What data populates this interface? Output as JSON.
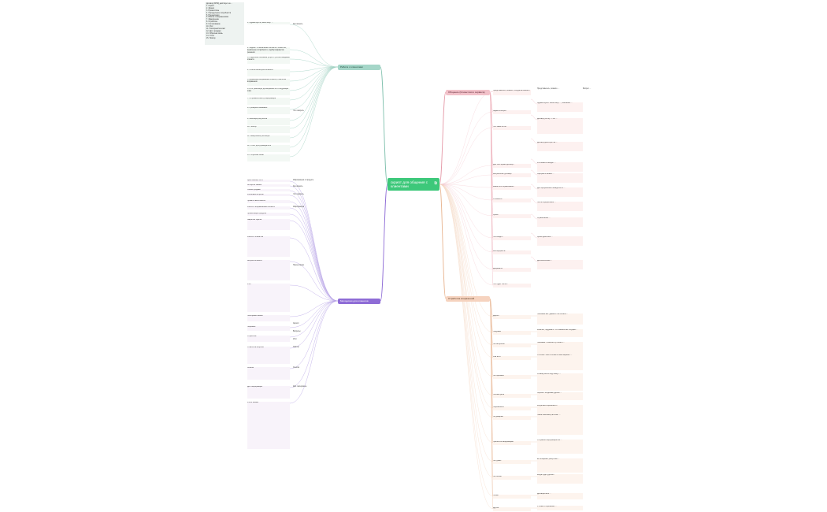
{
  "root": {
    "title": "скрипт для общения с клиентами",
    "ext_icon": "external-link-icon"
  },
  "branches": {
    "work": "Работа с клиентами",
    "objections": "Отработка возражений",
    "dialog": "Общение (Клиентского сервиса)",
    "script": "Методички для клиентов"
  },
  "legend": {
    "title": "Договор (МПЭ) действует на ...",
    "lines": [
      "1. Скрипт",
      "2. Звонок",
      "3. Приветствие",
      "4. Определение потребности",
      "5. Презентация",
      "6. Работа с возражениями",
      "7. Завершение",
      "8. Отработка",
      "9. Согласование",
      "10. Итог",
      "11. Повторный контакт",
      "12. Доп. продажи",
      "13. Обратная связь",
      "14. Отчёт",
      "15. Повтор"
    ]
  },
  "left_top_nodes": [
    "1. Здравствуйте, меня зовут ...",
    "2. Задача: Установление контакта с клиентом, выявление потребности, подбор вариантов решения",
    "3. Подробное описание услуги с учётом ожиданий клиента",
    "4. Ответы на вопросы клиента",
    "5. Выявление возражений клиента, ответы на возражения",
    "6. Итог разговора, договорённость о следующем шаге",
    "7. Отправка клиенту информации",
    "8. Проверка понимания",
    "9. Фиксация результата",
    "10. Повтор",
    "11. Завершение разговора",
    "12. Отчёт для руководителя",
    "13. Обратная связь"
  ],
  "left_top_labels": [
    "Как звонить",
    "Что говорить"
  ],
  "left_bottom_nodes": [
    "Цель звонка, МПЭ",
    "Алгоритм звонка",
    "Этапы продажи",
    "Ключевые вопросы",
    "Приветствие клиента",
    "Работа с возражениями клиента",
    "Презентация продукта",
    "Закрытие сделки",
    "Работа с клиентом",
    "Вопросы клиента",
    "Итог",
    "Повторный звонок",
    "Перезвон",
    "Отработка",
    "Ответы на вопросы",
    "Ссылки",
    "Доп. информация",
    "Итоги звонка"
  ],
  "left_bottom_labels": [
    "Информация о продукте",
    "Как звонить",
    "Что говорить",
    "Информация",
    "Презентация",
    "Скрипт",
    "Вопросы",
    "Итог",
    "Повтор",
    "Ссылки",
    "Доп. материалы"
  ],
  "right_top_labels": [
    "Представьтесь, скажите, откуда вы звоните",
    "Задайте вопрос",
    "Что такое МПЭ?",
    "Для чего нужен договор?",
    "Как работает договор?",
    "Какие есть ограничения?",
    "Стоимость",
    "Сроки",
    "Что входит?",
    "Как оформить?",
    "Документы",
    "Что будет после?"
  ],
  "right_top_nodes": [
    "Здравствуйте! Меня зовут ..., компания ...",
    "Договор (МПЭ) — это ...",
    "Договор действует на ...",
    "В стоимость входит ...",
    "Оформить можно ...",
    "Для оформления понадобится ...",
    "После оформления ...",
    "Ограничения ...",
    "Сроки действия ...",
    "Дополнительно ..."
  ],
  "right_bottom_labels": [
    "Дорого",
    "Подумаю",
    "Не интересно",
    "Уже есть",
    "Нет времени",
    "Посоветуюсь",
    "Перезвоните",
    "Не доверяю",
    "Пришлите информацию",
    "Нет денег",
    "Не сейчас",
    "Позже",
    "Другое"
  ],
  "right_bottom_nodes": [
    "Понимаю вас. Давайте посчитаем ...",
    "Конечно, подумайте. Что именно вас смущает?",
    "Понимаю. Позвольте уточнить ...",
    "Отлично! Чем отличается наш вариант ...",
    "Я займу всего пару минут ...",
    "Хорошо. Когда вам удобно ...",
    "Когда вам перезвонить?",
    "Наша компания работает ...",
    "Отправлю информацию на ...",
    "Есть вариант рассрочки ...",
    "Когда будет удобно?",
    "Договорились ...",
    "Уточню и перезвоню ..."
  ],
  "right_extra": {
    "top_note": "Представьтесь, скажите ...",
    "top_note2": "Вопрос ..."
  }
}
